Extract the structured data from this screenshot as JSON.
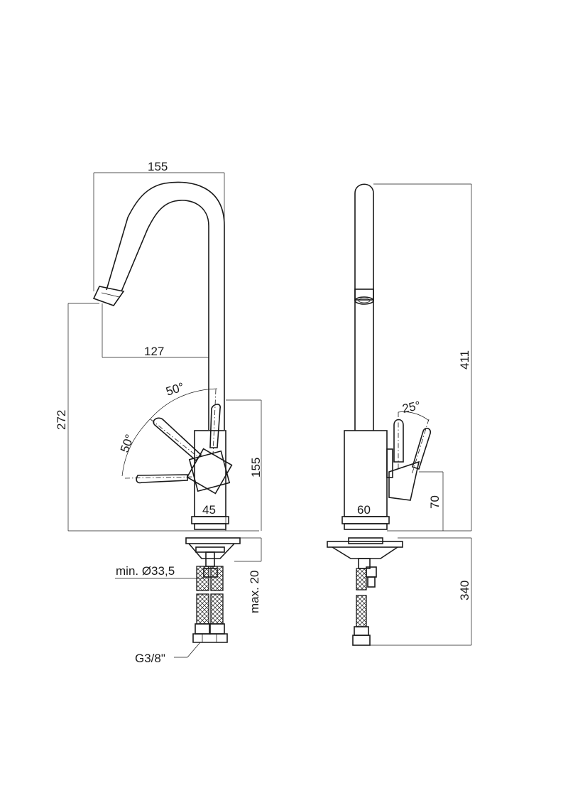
{
  "labels": {
    "left_width": "155",
    "left_reach": "127",
    "left_height": "272",
    "left_body_height": "155",
    "left_body_width": "45",
    "left_angle_upper": "50°",
    "left_angle_lower": "50°",
    "left_hole": "min. Ø33,5",
    "left_thickness": "max. 20",
    "left_thread": "G3/8\"",
    "right_height": "411",
    "right_angle": "25°",
    "right_body_width": "60",
    "right_lever_height": "70",
    "right_hose_length": "340"
  }
}
